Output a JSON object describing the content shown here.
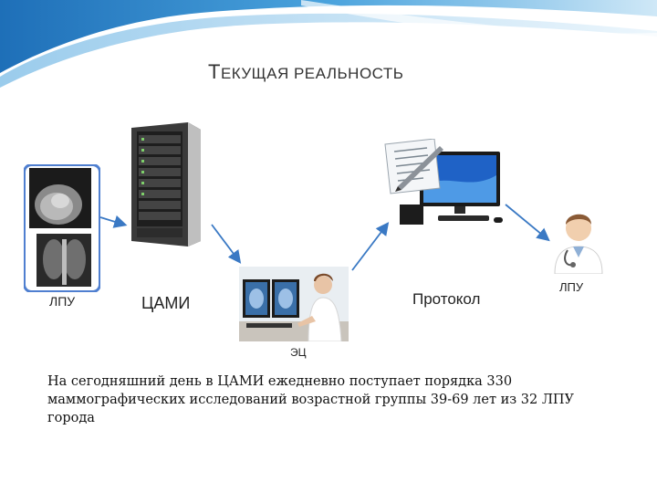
{
  "slide": {
    "title_first": "Т",
    "title_rest": "ЕКУЩАЯ РЕАЛЬНОСТЬ"
  },
  "labels": {
    "lpu_source": "ЛПУ",
    "cami": "ЦАМИ",
    "protocol": "Протокол",
    "lpu_target": "ЛПУ",
    "ec": "ЭЦ"
  },
  "description": "На сегодняшний день в ЦАМИ ежедневно поступает порядка 330 маммографических исследований возрастной группы 39-69 лет из 32 ЛПУ города",
  "colors": {
    "arrow": "#3a79c4",
    "swoosh": "#2f7fc4",
    "xray_border": "#4f7fd0"
  },
  "icons": [
    "xray-images-icon",
    "server-rack-icon",
    "radiologist-workstation-icon",
    "report-computer-icon",
    "doctor-icon"
  ]
}
